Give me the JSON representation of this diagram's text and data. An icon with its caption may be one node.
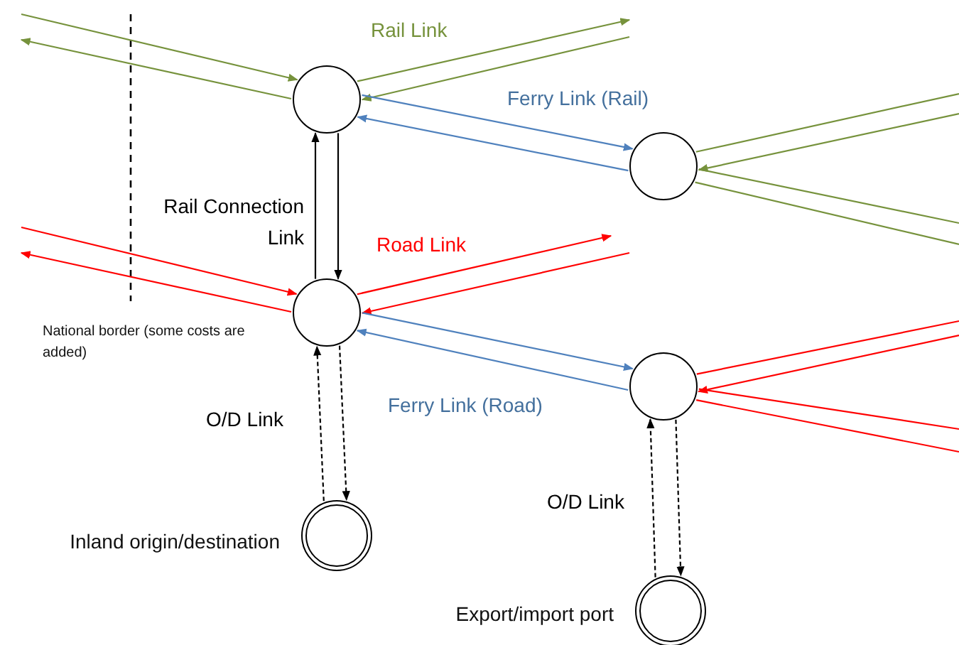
{
  "diagram": {
    "nodes": [
      {
        "text": [],
        "shape": "circle"
      },
      {
        "text": [],
        "shape": "circle"
      },
      {
        "text": [],
        "shape": "circle"
      },
      {
        "text": [],
        "shape": "circle"
      },
      {
        "text": [],
        "shape": "circle",
        "beside": [
          "Inland origin/destination"
        ]
      },
      {
        "text": [],
        "shape": "circle",
        "beside": [
          "Export/import port"
        ]
      }
    ],
    "edges": [
      {
        "from": 0,
        "to": null,
        "arrow": "to",
        "color": "#76923c"
      },
      {
        "from": null,
        "to": 0,
        "arrow": "to",
        "color": "#76923c"
      },
      {
        "from": 0,
        "to": null,
        "arrow": "to",
        "color": "#76923c",
        "label": "Rail Link"
      },
      {
        "from": null,
        "to": 0,
        "arrow": "to",
        "color": "#76923c"
      },
      {
        "from": 0,
        "to": 1,
        "arrow": "to",
        "color": "#4f81bd",
        "label": "Ferry Link (Rail)"
      },
      {
        "from": 1,
        "to": 0,
        "arrow": "to",
        "color": "#4f81bd"
      },
      {
        "from": 1,
        "to": null,
        "arrow": "none",
        "color": "#76923c"
      },
      {
        "from": null,
        "to": 1,
        "arrow": "to",
        "color": "#76923c"
      },
      {
        "from": 1,
        "to": null,
        "arrow": "none",
        "color": "#76923c"
      },
      {
        "from": 1,
        "to": null,
        "arrow": "none",
        "color": "#76923c"
      },
      {
        "from": 2,
        "to": 0,
        "arrow": "to",
        "color": "#000000",
        "label": "Rail Connection Link"
      },
      {
        "from": 0,
        "to": 2,
        "arrow": "to",
        "color": "#000000"
      },
      {
        "from": 2,
        "to": null,
        "arrow": "to",
        "color": "#ff0000"
      },
      {
        "from": null,
        "to": 2,
        "arrow": "to",
        "color": "#ff0000"
      },
      {
        "from": 2,
        "to": null,
        "arrow": "to",
        "color": "#ff0000",
        "label": "Road Link"
      },
      {
        "from": null,
        "to": 2,
        "arrow": "to",
        "color": "#ff0000"
      },
      {
        "from": 2,
        "to": 3,
        "arrow": "to",
        "color": "#4f81bd"
      },
      {
        "from": 3,
        "to": 2,
        "arrow": "to",
        "color": "#4f81bd",
        "label": "Ferry Link (Road)"
      },
      {
        "from": 3,
        "to": null,
        "arrow": "none",
        "color": "#ff0000"
      },
      {
        "from": 3,
        "to": null,
        "arrow": "none",
        "color": "#ff0000"
      },
      {
        "from": 3,
        "to": null,
        "arrow": "none",
        "color": "#ff0000"
      },
      {
        "from": null,
        "to": 3,
        "arrow": "to",
        "color": "#ff0000"
      },
      {
        "from": 4,
        "to": 2,
        "arrow": "to",
        "style": "dashed",
        "color": "#000000",
        "label": "O/D Link"
      },
      {
        "from": 2,
        "to": 4,
        "arrow": "to",
        "style": "dashed",
        "color": "#000000"
      },
      {
        "from": 5,
        "to": 3,
        "arrow": "to",
        "style": "dashed",
        "color": "#000000",
        "label": "O/D Link"
      },
      {
        "from": 3,
        "to": 5,
        "arrow": "to",
        "style": "dashed",
        "color": "#000000"
      }
    ],
    "labels": [
      "National border (some costs are added)"
    ]
  }
}
